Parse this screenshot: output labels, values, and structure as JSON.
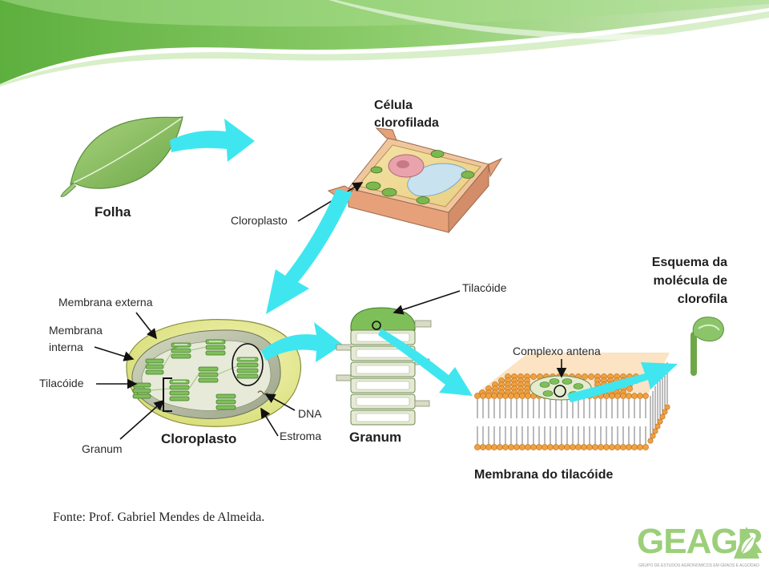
{
  "labels": {
    "folha": "Folha",
    "celula_line1": "Célula",
    "celula_line2": "clorofilada",
    "cloroplasto_cell": "Cloroplasto",
    "membrana_externa": "Membrana externa",
    "membrana_interna_line1": "Membrana",
    "membrana_interna_line2": "interna",
    "tilacoide_left": "Tilacóide",
    "granum_left": "Granum",
    "cloroplasto_title": "Cloroplasto",
    "dna": "DNA",
    "estroma": "Estroma",
    "tilacoide_top": "Tilacóide",
    "granum_title": "Granum",
    "complexo_antena": "Complexo antena",
    "membrana_tilacoide": "Membrana do tilacóide",
    "esquema_line1": "Esquema da",
    "esquema_line2": "molécula de",
    "esquema_line3": "clorofila"
  },
  "source": "Fonte: Prof. Gabriel Mendes de Almeida.",
  "logo": {
    "name": "GEAGR",
    "subtitle": "GRUPO DE ESTUDOS AGRONÔMICOS EM GRÃOS E ALGODÃO"
  },
  "colors": {
    "arrow": "#3fe6f0",
    "header_green": "#7bc35c",
    "leaf": "#8fc46a",
    "wall": "#e9a87f",
    "chloroplast_outer": "#ecef9a",
    "granum_green": "#6fb848",
    "membrane_head": "#f0a040",
    "chlorophyll": "#79b957"
  }
}
